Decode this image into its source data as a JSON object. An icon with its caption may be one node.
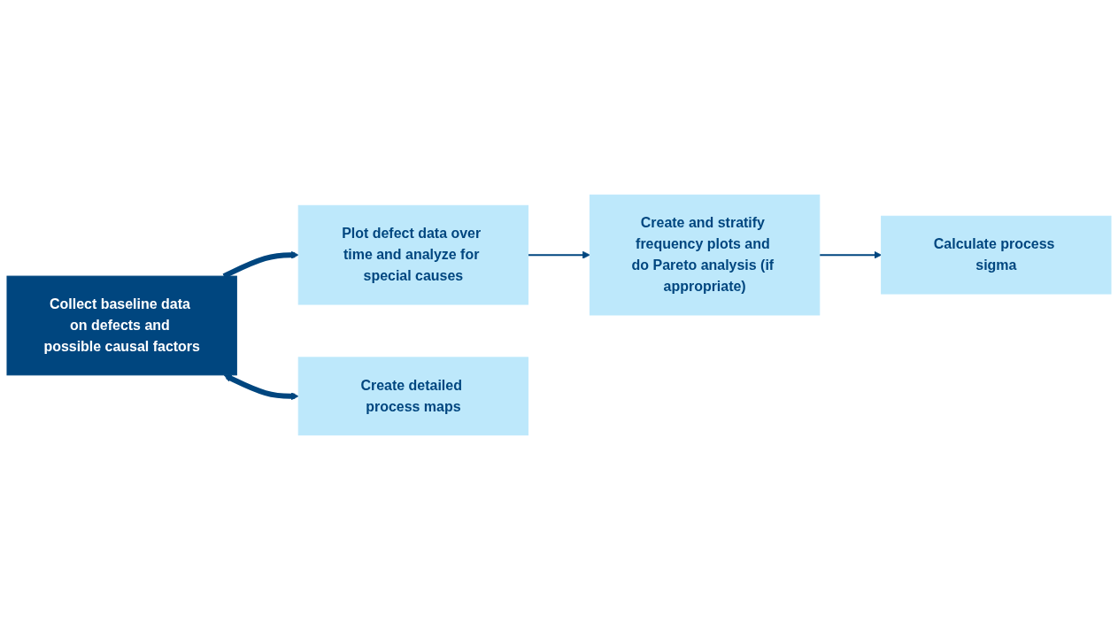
{
  "diagram": {
    "nodes": [
      {
        "text": [
          "Collect baseline data on defects and possible causal factors"
        ]
      },
      {
        "text": [
          "Plot defect data over time and analyze for special causes"
        ]
      },
      {
        "text": [
          "Create and stratify frequency plots and do Pareto analysis (if appropriate)"
        ]
      },
      {
        "text": [
          "Calculate process sigma"
        ]
      },
      {
        "text": [
          "Create detailed process maps"
        ]
      }
    ],
    "edges": [
      {
        "from": 0,
        "to": 1,
        "arrow": "to",
        "style": "thick"
      },
      {
        "from": 1,
        "to": 2,
        "arrow": "to"
      },
      {
        "from": 2,
        "to": 3,
        "arrow": "to"
      },
      {
        "from": 0,
        "to": 4,
        "arrow": "both",
        "style": "thick"
      }
    ]
  }
}
